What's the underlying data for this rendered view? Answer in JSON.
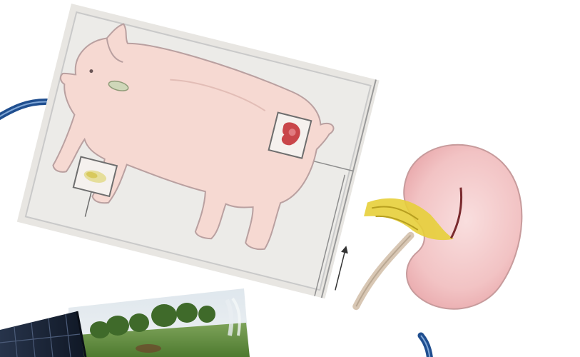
{
  "slide": {
    "background": "#ffffff",
    "accent_ring_color": "#1f4e8f",
    "accent_ring_highlight": "#7fa6d6"
  },
  "illustration": {
    "subjects": [
      "pig",
      "kidney",
      "thumbnail-kidney",
      "thumbnail-tissue",
      "farm-photo",
      "solar-panel"
    ]
  },
  "colors": {
    "pig_body": "#f6d9d2",
    "pig_outline": "#b9a0a0",
    "panel_bg": "#e8e6e2",
    "panel_border": "#bdbdbd",
    "kidney_pink": "#f3c5c6",
    "fat_yellow": "#e7cf3a",
    "vegetation_green": "#5f8a3c",
    "sky": "#d9e3ea",
    "solar_dark": "#1e2a3e"
  }
}
